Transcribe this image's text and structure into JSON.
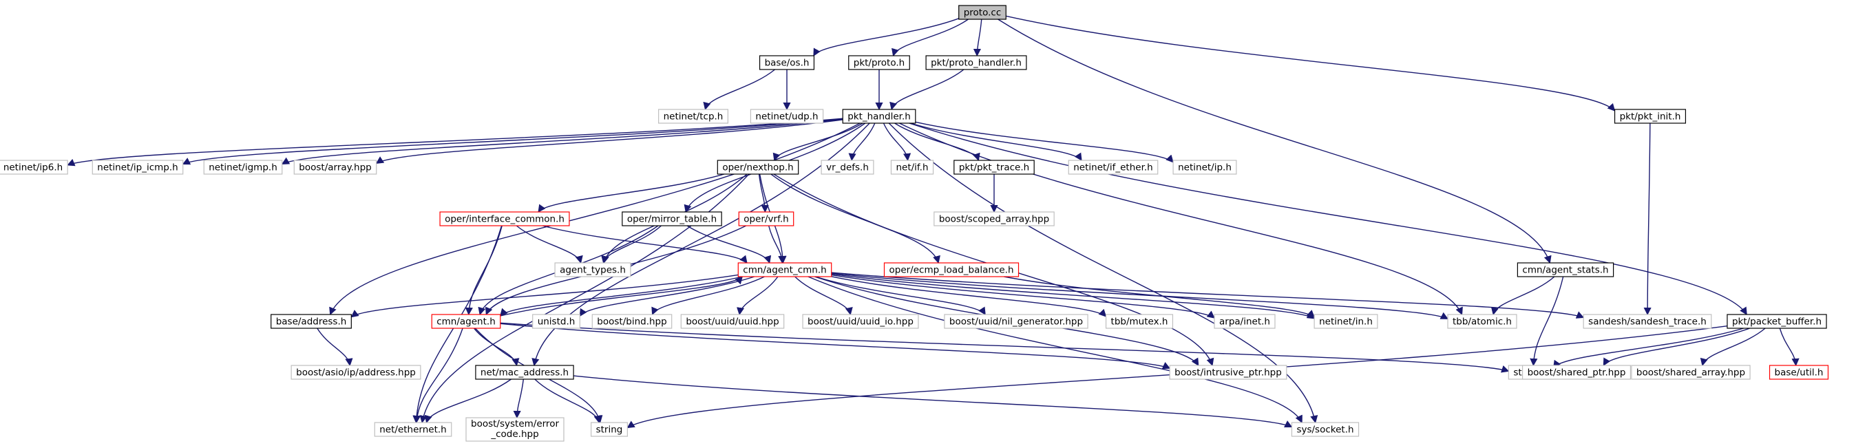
{
  "colors": {
    "edge": "#191970",
    "border_documented": "#000000",
    "border_undocumented": "#bfbfbf",
    "border_truncated": "#ff0000",
    "root_fill": "#bfbfbf",
    "node_fill": "#ffffff",
    "text": "#000000"
  },
  "nodes": [
    {
      "id": "proto_cc",
      "label": "proto.cc",
      "kind": "root"
    },
    {
      "id": "base_os_h",
      "label": "base/os.h",
      "kind": "documented"
    },
    {
      "id": "pkt_proto_h",
      "label": "pkt/proto.h",
      "kind": "documented"
    },
    {
      "id": "pkt_proto_handler_h",
      "label": "pkt/proto_handler.h",
      "kind": "documented"
    },
    {
      "id": "pkt_pkt_init_h",
      "label": "pkt/pkt_init.h",
      "kind": "documented"
    },
    {
      "id": "netinet_tcp_h",
      "label": "netinet/tcp.h",
      "kind": "undocumented"
    },
    {
      "id": "netinet_udp_h",
      "label": "netinet/udp.h",
      "kind": "undocumented"
    },
    {
      "id": "pkt_handler_h",
      "label": "pkt_handler.h",
      "kind": "documented"
    },
    {
      "id": "netinet_ip6_h",
      "label": "netinet/ip6.h",
      "kind": "undocumented"
    },
    {
      "id": "netinet_ip_icmp_h",
      "label": "netinet/ip_icmp.h",
      "kind": "undocumented"
    },
    {
      "id": "netinet_igmp_h",
      "label": "netinet/igmp.h",
      "kind": "undocumented"
    },
    {
      "id": "boost_array_hpp",
      "label": "boost/array.hpp",
      "kind": "undocumented"
    },
    {
      "id": "oper_nexthop_h",
      "label": "oper/nexthop.h",
      "kind": "documented"
    },
    {
      "id": "vr_defs_h",
      "label": "vr_defs.h",
      "kind": "undocumented"
    },
    {
      "id": "net_if_h",
      "label": "net/if.h",
      "kind": "undocumented"
    },
    {
      "id": "pkt_pkt_trace_h",
      "label": "pkt/pkt_trace.h",
      "kind": "documented"
    },
    {
      "id": "netinet_if_ether_h",
      "label": "netinet/if_ether.h",
      "kind": "undocumented"
    },
    {
      "id": "netinet_ip_h",
      "label": "netinet/ip.h",
      "kind": "undocumented"
    },
    {
      "id": "oper_interface_common_h",
      "label": "oper/interface_common.h",
      "kind": "truncated"
    },
    {
      "id": "oper_mirror_table_h",
      "label": "oper/mirror_table.h",
      "kind": "documented"
    },
    {
      "id": "oper_vrf_h",
      "label": "oper/vrf.h",
      "kind": "truncated"
    },
    {
      "id": "boost_scoped_array_hpp",
      "label": "boost/scoped_array.hpp",
      "kind": "undocumented"
    },
    {
      "id": "agent_types_h",
      "label": "agent_types.h",
      "kind": "undocumented"
    },
    {
      "id": "cmn_agent_cmn_h",
      "label": "cmn/agent_cmn.h",
      "kind": "truncated"
    },
    {
      "id": "oper_ecmp_load_balance_h",
      "label": "oper/ecmp_load_balance.h",
      "kind": "truncated"
    },
    {
      "id": "cmn_agent_stats_h",
      "label": "cmn/agent_stats.h",
      "kind": "documented"
    },
    {
      "id": "base_address_h",
      "label": "base/address.h",
      "kind": "documented"
    },
    {
      "id": "cmn_agent_h",
      "label": "cmn/agent.h",
      "kind": "truncated"
    },
    {
      "id": "unistd_h",
      "label": "unistd.h",
      "kind": "undocumented"
    },
    {
      "id": "boost_bind_hpp",
      "label": "boost/bind.hpp",
      "kind": "undocumented"
    },
    {
      "id": "boost_uuid_uuid_hpp",
      "label": "boost/uuid/uuid.hpp",
      "kind": "undocumented"
    },
    {
      "id": "boost_uuid_uuid_io_hpp",
      "label": "boost/uuid/uuid_io.hpp",
      "kind": "undocumented"
    },
    {
      "id": "boost_uuid_nil_generator_hpp",
      "label": "boost/uuid/nil_generator.hpp",
      "kind": "undocumented"
    },
    {
      "id": "tbb_mutex_h",
      "label": "tbb/mutex.h",
      "kind": "undocumented"
    },
    {
      "id": "arpa_inet_h",
      "label": "arpa/inet.h",
      "kind": "undocumented"
    },
    {
      "id": "netinet_in_h",
      "label": "netinet/in.h",
      "kind": "undocumented"
    },
    {
      "id": "tbb_atomic_h",
      "label": "tbb/atomic.h",
      "kind": "undocumented"
    },
    {
      "id": "sandesh_sandesh_trace_h",
      "label": "sandesh/sandesh_trace.h",
      "kind": "undocumented"
    },
    {
      "id": "pkt_packet_buffer_h",
      "label": "pkt/packet_buffer.h",
      "kind": "documented"
    },
    {
      "id": "boost_asio_ip_address_hpp",
      "label": "boost/asio/ip/address.hpp",
      "kind": "undocumented"
    },
    {
      "id": "net_mac_address_h",
      "label": "net/mac_address.h",
      "kind": "documented"
    },
    {
      "id": "boost_intrusive_ptr_hpp",
      "label": "boost/intrusive_ptr.hpp",
      "kind": "undocumented"
    },
    {
      "id": "stdint_h",
      "label": "stdint.h",
      "kind": "undocumented"
    },
    {
      "id": "boost_shared_ptr_hpp",
      "label": "boost/shared_ptr.hpp",
      "kind": "undocumented"
    },
    {
      "id": "boost_shared_array_hpp",
      "label": "boost/shared_array.hpp",
      "kind": "undocumented"
    },
    {
      "id": "base_util_h",
      "label": "base/util.h",
      "kind": "truncated"
    },
    {
      "id": "net_ethernet_h",
      "label": "net/ethernet.h",
      "kind": "undocumented"
    },
    {
      "id": "boost_system_error_code_hpp",
      "label": "boost/system/error_code.hpp",
      "lines": [
        "boost/system/error",
        "_code.hpp"
      ],
      "kind": "undocumented"
    },
    {
      "id": "string",
      "label": "string",
      "kind": "undocumented"
    },
    {
      "id": "sys_socket_h",
      "label": "sys/socket.h",
      "kind": "undocumented"
    }
  ],
  "edges": [
    [
      "proto_cc",
      "base_os_h"
    ],
    [
      "proto_cc",
      "pkt_proto_h"
    ],
    [
      "proto_cc",
      "pkt_proto_handler_h"
    ],
    [
      "proto_cc",
      "pkt_pkt_init_h"
    ],
    [
      "proto_cc",
      "cmn_agent_stats_h"
    ],
    [
      "base_os_h",
      "netinet_tcp_h"
    ],
    [
      "base_os_h",
      "netinet_udp_h"
    ],
    [
      "pkt_proto_h",
      "pkt_handler_h"
    ],
    [
      "pkt_proto_handler_h",
      "pkt_handler_h"
    ],
    [
      "pkt_handler_h",
      "netinet_ip6_h"
    ],
    [
      "pkt_handler_h",
      "netinet_ip_icmp_h"
    ],
    [
      "pkt_handler_h",
      "netinet_igmp_h"
    ],
    [
      "pkt_handler_h",
      "boost_array_hpp"
    ],
    [
      "pkt_handler_h",
      "base_address_h"
    ],
    [
      "pkt_handler_h",
      "oper_nexthop_h"
    ],
    [
      "pkt_handler_h",
      "oper_mirror_table_h"
    ],
    [
      "pkt_handler_h",
      "vr_defs_h"
    ],
    [
      "pkt_handler_h",
      "net_if_h"
    ],
    [
      "pkt_handler_h",
      "pkt_pkt_trace_h"
    ],
    [
      "pkt_handler_h",
      "netinet_if_ether_h"
    ],
    [
      "pkt_handler_h",
      "netinet_ip_h"
    ],
    [
      "pkt_handler_h",
      "tbb_atomic_h"
    ],
    [
      "pkt_handler_h",
      "pkt_packet_buffer_h"
    ],
    [
      "pkt_handler_h",
      "sys_socket_h"
    ],
    [
      "pkt_handler_h",
      "net_mac_address_h"
    ],
    [
      "pkt_pkt_trace_h",
      "boost_scoped_array_hpp"
    ],
    [
      "oper_nexthop_h",
      "oper_interface_common_h"
    ],
    [
      "oper_nexthop_h",
      "oper_vrf_h"
    ],
    [
      "oper_nexthop_h",
      "agent_types_h"
    ],
    [
      "oper_nexthop_h",
      "cmn_agent_cmn_h"
    ],
    [
      "oper_nexthop_h",
      "oper_ecmp_load_balance_h"
    ],
    [
      "oper_nexthop_h",
      "net_ethernet_h"
    ],
    [
      "oper_nexthop_h",
      "boost_intrusive_ptr_hpp"
    ],
    [
      "oper_interface_common_h",
      "agent_types_h"
    ],
    [
      "oper_interface_common_h",
      "cmn_agent_cmn_h"
    ],
    [
      "oper_interface_common_h",
      "cmn_agent_h"
    ],
    [
      "oper_interface_common_h",
      "net_ethernet_h"
    ],
    [
      "oper_mirror_table_h",
      "agent_types_h"
    ],
    [
      "oper_mirror_table_h",
      "cmn_agent_cmn_h"
    ],
    [
      "oper_mirror_table_h",
      "cmn_agent_h"
    ],
    [
      "oper_vrf_h",
      "cmn_agent_cmn_h"
    ],
    [
      "oper_vrf_h",
      "cmn_agent_h"
    ],
    [
      "oper_ecmp_load_balance_h",
      "netinet_in_h"
    ],
    [
      "cmn_agent_cmn_h",
      "base_address_h"
    ],
    [
      "cmn_agent_cmn_h",
      "cmn_agent_h"
    ],
    [
      "cmn_agent_cmn_h",
      "unistd_h"
    ],
    [
      "cmn_agent_cmn_h",
      "boost_bind_hpp"
    ],
    [
      "cmn_agent_cmn_h",
      "boost_uuid_uuid_hpp"
    ],
    [
      "cmn_agent_cmn_h",
      "boost_uuid_uuid_io_hpp"
    ],
    [
      "cmn_agent_cmn_h",
      "boost_uuid_nil_generator_hpp"
    ],
    [
      "cmn_agent_cmn_h",
      "tbb_mutex_h"
    ],
    [
      "cmn_agent_cmn_h",
      "arpa_inet_h"
    ],
    [
      "cmn_agent_cmn_h",
      "netinet_in_h"
    ],
    [
      "cmn_agent_cmn_h",
      "tbb_atomic_h"
    ],
    [
      "cmn_agent_cmn_h",
      "sandesh_sandesh_trace_h"
    ],
    [
      "cmn_agent_cmn_h",
      "boost_intrusive_ptr_hpp"
    ],
    [
      "cmn_agent_cmn_h",
      "sys_socket_h"
    ],
    [
      "cmn_agent_h",
      "cmn_agent_cmn_h"
    ],
    [
      "cmn_agent_h",
      "net_mac_address_h"
    ],
    [
      "cmn_agent_h",
      "net_ethernet_h"
    ],
    [
      "cmn_agent_h",
      "string"
    ],
    [
      "cmn_agent_h",
      "boost_intrusive_ptr_hpp"
    ],
    [
      "cmn_agent_h",
      "stdint_h"
    ],
    [
      "base_address_h",
      "boost_asio_ip_address_hpp"
    ],
    [
      "net_mac_address_h",
      "net_ethernet_h"
    ],
    [
      "net_mac_address_h",
      "boost_system_error_code_hpp"
    ],
    [
      "net_mac_address_h",
      "string"
    ],
    [
      "net_mac_address_h",
      "sys_socket_h"
    ],
    [
      "pkt_pkt_init_h",
      "sandesh_sandesh_trace_h"
    ],
    [
      "cmn_agent_stats_h",
      "tbb_atomic_h"
    ],
    [
      "cmn_agent_stats_h",
      "stdint_h"
    ],
    [
      "pkt_packet_buffer_h",
      "stdint_h"
    ],
    [
      "pkt_packet_buffer_h",
      "boost_shared_ptr_hpp"
    ],
    [
      "pkt_packet_buffer_h",
      "boost_shared_array_hpp"
    ],
    [
      "pkt_packet_buffer_h",
      "base_util_h"
    ],
    [
      "pkt_packet_buffer_h",
      "string"
    ]
  ]
}
